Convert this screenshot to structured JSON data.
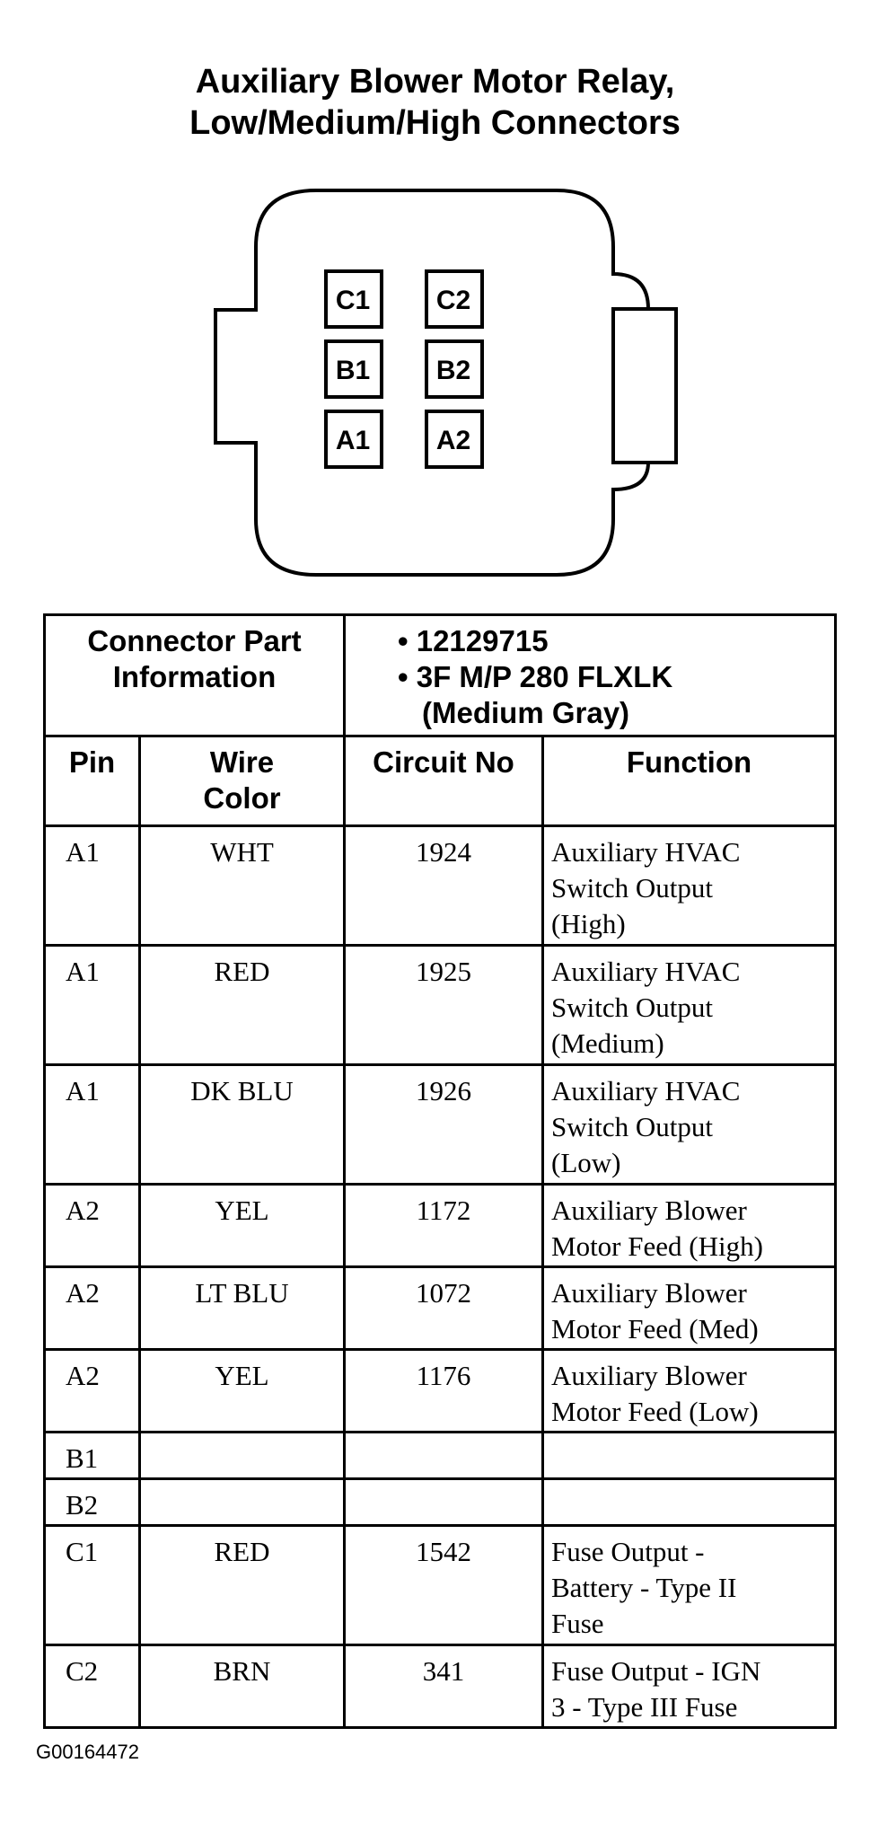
{
  "title": {
    "line1": "Auxiliary Blower Motor Relay,",
    "line2": "Low/Medium/High Connectors"
  },
  "connector_pins": [
    {
      "label": "C1"
    },
    {
      "label": "C2"
    },
    {
      "label": "B1"
    },
    {
      "label": "B2"
    },
    {
      "label": "A1"
    },
    {
      "label": "A2"
    }
  ],
  "table": {
    "part_info_label": "Connector Part Information",
    "part_info_lines": [
      "• 12129715",
      "• 3F M/P 280 FLXLK",
      "(Medium Gray)"
    ],
    "columns": [
      "Pin",
      "Wire Color",
      "Circuit No",
      "Function"
    ],
    "rows": [
      {
        "pin": "A1",
        "wire": "WHT",
        "circuit": "1924",
        "func": [
          "Auxiliary HVAC",
          "Switch Output",
          "(High)"
        ]
      },
      {
        "pin": "A1",
        "wire": "RED",
        "circuit": "1925",
        "func": [
          "Auxiliary HVAC",
          "Switch Output",
          "(Medium)"
        ]
      },
      {
        "pin": "A1",
        "wire": "DK BLU",
        "circuit": "1926",
        "func": [
          "Auxiliary HVAC",
          "Switch Output",
          "(Low)"
        ]
      },
      {
        "pin": "A2",
        "wire": "YEL",
        "circuit": "1172",
        "func": [
          "Auxiliary Blower",
          "Motor Feed (High)"
        ]
      },
      {
        "pin": "A2",
        "wire": "LT BLU",
        "circuit": "1072",
        "func": [
          "Auxiliary Blower",
          "Motor Feed (Med)"
        ]
      },
      {
        "pin": "A2",
        "wire": "YEL",
        "circuit": "1176",
        "func": [
          "Auxiliary Blower",
          "Motor Feed (Low)"
        ]
      },
      {
        "pin": "B1",
        "wire": "",
        "circuit": "",
        "func": []
      },
      {
        "pin": "B2",
        "wire": "",
        "circuit": "",
        "func": []
      },
      {
        "pin": "C1",
        "wire": "RED",
        "circuit": "1542",
        "func": [
          "Fuse Output -",
          "Battery - Type II",
          "Fuse"
        ]
      },
      {
        "pin": "C2",
        "wire": "BRN",
        "circuit": "341",
        "func": [
          "Fuse Output - IGN",
          "3 - Type III Fuse"
        ]
      }
    ]
  },
  "figure_code": "G00164472"
}
